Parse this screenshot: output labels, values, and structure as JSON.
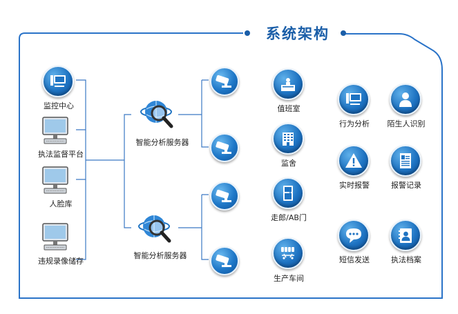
{
  "title": "系统架构",
  "colors": {
    "accent": "#1a5ea8",
    "line": "#2a73c8",
    "icon_blue": "#1e73c2"
  },
  "left_nodes": [
    {
      "label": "监控中心",
      "icon": "computer-icon"
    },
    {
      "label": "执法监督平台",
      "icon": "monitor-icon"
    },
    {
      "label": "人脸库",
      "icon": "monitor-icon"
    },
    {
      "label": "违规录像储存",
      "icon": "monitor-icon"
    }
  ],
  "servers": [
    {
      "label": "智能分析服务器",
      "icon": "globe-magnifier-icon"
    },
    {
      "label": "智能分析服务器",
      "icon": "globe-magnifier-icon"
    }
  ],
  "locations": [
    {
      "label": "值班室",
      "icon": "reception-desk-icon"
    },
    {
      "label": "监舍",
      "icon": "building-icon"
    },
    {
      "label": "走郎/AB门",
      "icon": "door-icon"
    },
    {
      "label": "生产车间",
      "icon": "factory-icon"
    }
  ],
  "functions": [
    {
      "label": "行为分析",
      "icon": "computer-icon"
    },
    {
      "label": "陌生人识别",
      "icon": "person-icon"
    },
    {
      "label": "实时报警",
      "icon": "warning-icon"
    },
    {
      "label": "报警记录",
      "icon": "document-icon"
    },
    {
      "label": "短信发送",
      "icon": "chat-bubble-icon"
    },
    {
      "label": "执法档案",
      "icon": "file-profile-icon"
    }
  ]
}
